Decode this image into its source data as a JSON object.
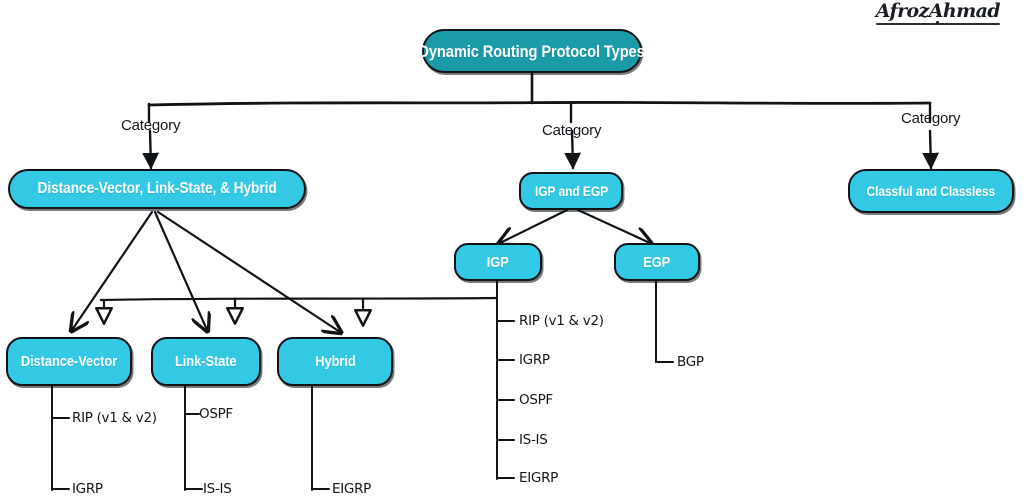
{
  "diagram": {
    "title": "Dynamic Routing Protocol Types",
    "background_color": "#ffffff",
    "root_fill": "#1b9aa7",
    "node_fill": "#33c8e4",
    "stroke_color": "#111417",
    "text_color": "#ffffff",
    "label_color": "#14181c"
  },
  "root": {
    "label": "Dynamic Routing Protocol Types"
  },
  "edge_labels": {
    "category_left": "Category",
    "category_middle": "Category",
    "category_right": "Category"
  },
  "categories": [
    {
      "label": "Distance-Vector, Link-State, & Hybrid"
    },
    {
      "label": "IGP and EGP"
    },
    {
      "label": "Classful and Classless"
    }
  ],
  "branch_left": {
    "children": [
      {
        "label": "Distance-Vector",
        "protocols": [
          "RIP (v1 & v2)",
          "IGRP"
        ]
      },
      {
        "label": "Link-State",
        "protocols": [
          "OSPF",
          "IS-IS"
        ]
      },
      {
        "label": "Hybrid",
        "protocols": [
          "EIGRP"
        ]
      }
    ]
  },
  "branch_middle": {
    "children": [
      {
        "label": "IGP",
        "protocols": [
          "RIP (v1 & v2)",
          "IGRP",
          "OSPF",
          "IS-IS",
          "EIGRP"
        ]
      },
      {
        "label": "EGP",
        "protocols": [
          "BGP"
        ]
      }
    ]
  },
  "watermark": {
    "text": "AfrozAhmad"
  }
}
